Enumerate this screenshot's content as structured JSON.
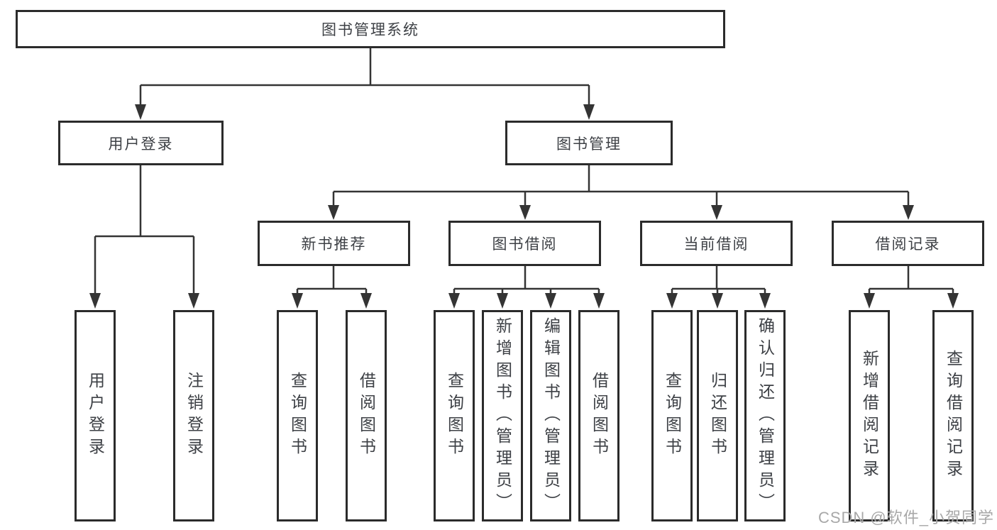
{
  "diagram": {
    "root": {
      "label": "图书管理系统"
    },
    "level2": {
      "user_login": {
        "label": "用户登录"
      },
      "book_management": {
        "label": "图书管理"
      }
    },
    "level3": {
      "new_book_recommend": {
        "label": "新书推荐"
      },
      "book_borrowing": {
        "label": "图书借阅"
      },
      "current_borrowing": {
        "label": "当前借阅"
      },
      "borrowing_records": {
        "label": "借阅记录"
      }
    },
    "leaves": {
      "user_login": {
        "label": "用户登录"
      },
      "logout": {
        "label": "注销登录"
      },
      "rec_query_books": {
        "label": "查询图书"
      },
      "rec_borrow_books": {
        "label": "借阅图书"
      },
      "bb_query_books": {
        "label": "查询图书"
      },
      "bb_add_books": {
        "label": "新增图书（管理员）"
      },
      "bb_edit_books": {
        "label": "编辑图书（管理员）"
      },
      "bb_borrow_books": {
        "label": "借阅图书"
      },
      "cur_query_books": {
        "label": "查询图书"
      },
      "cur_return_books": {
        "label": "归还图书"
      },
      "cur_confirm_return": {
        "label": "确认归还（管理员）"
      },
      "rr_add_record": {
        "label": "新增借阅记录"
      },
      "rr_query_record": {
        "label": "查询借阅记录"
      }
    },
    "watermark": "CSDN @软件_小贺同学",
    "colors": {
      "line": "#343434",
      "border": "#2b2b2b",
      "text": "#3d4045",
      "watermark": "#a8a8a8",
      "background": "#ffffff"
    }
  }
}
